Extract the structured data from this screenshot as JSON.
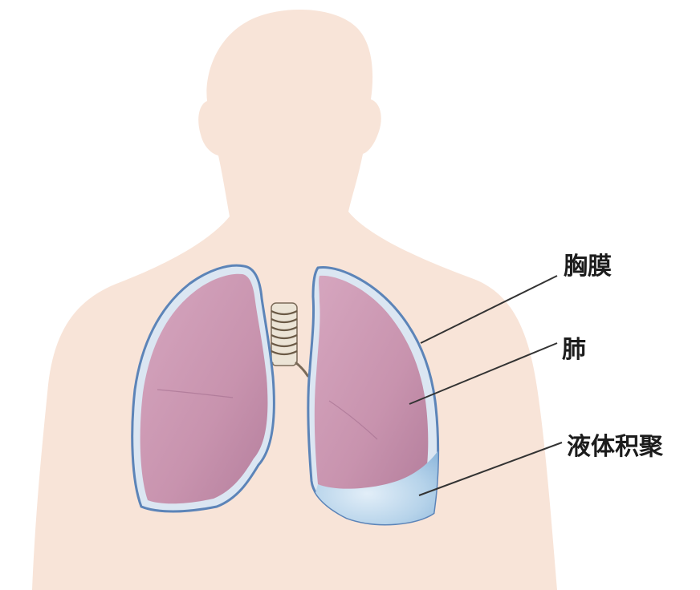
{
  "labels": {
    "pleura": "胸膜",
    "lung": "肺",
    "fluid": "液体积聚"
  },
  "colors": {
    "body_skin": "#f8e4d8",
    "lung_fill": "#c893ae",
    "pleura_outline": "#5c84b8",
    "pleura_gap": "#dbe6f2",
    "fluid": "#a8cbe4",
    "leader_line": "#333333"
  }
}
